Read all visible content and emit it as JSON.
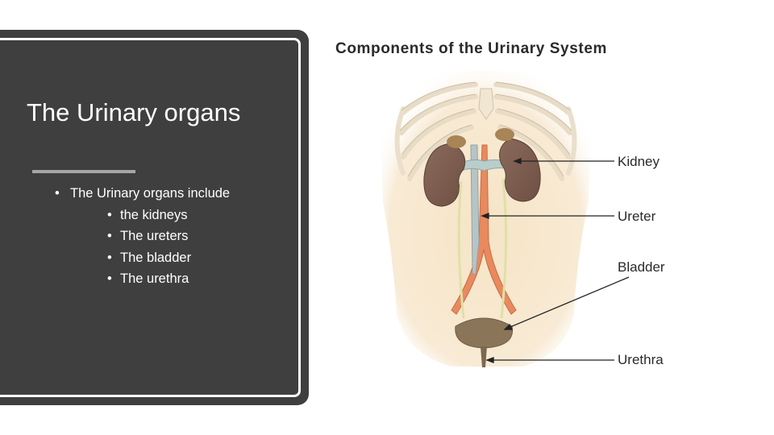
{
  "slide": {
    "title": "The Urinary organs",
    "bullet": "The Urinary organs include",
    "subbullets": [
      "the kidneys",
      "The ureters",
      "The bladder",
      "The urethra"
    ]
  },
  "diagram": {
    "title": "Components of the Urinary System",
    "labels": {
      "kidney": "Kidney",
      "ureter": "Ureter",
      "bladder": "Bladder",
      "urethra": "Urethra"
    }
  }
}
